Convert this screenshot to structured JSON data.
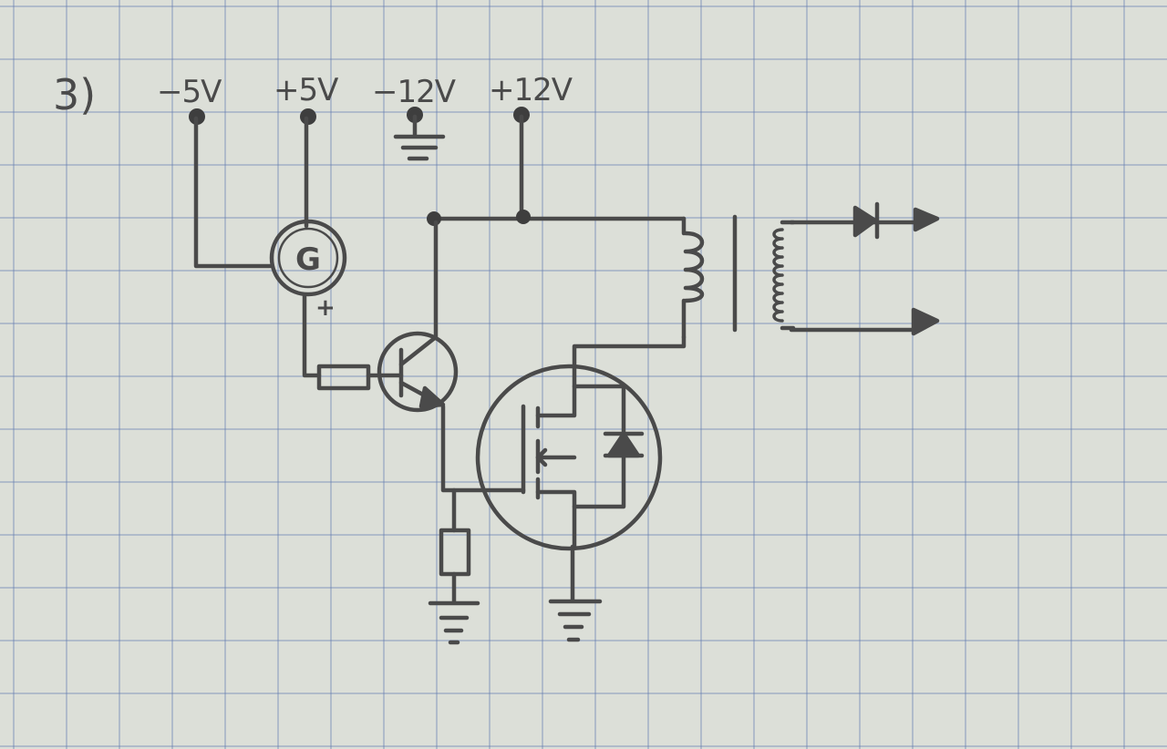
{
  "diagram": {
    "problem_number": "3)",
    "supply_labels": [
      "−5V",
      "+5V",
      "−12V",
      "+12V"
    ],
    "generator_symbol": "G",
    "generator_polarity": "+"
  },
  "colors": {
    "ink": "#4a4a4a",
    "paper": "#dcdfd8",
    "grid": "#5f78af"
  }
}
